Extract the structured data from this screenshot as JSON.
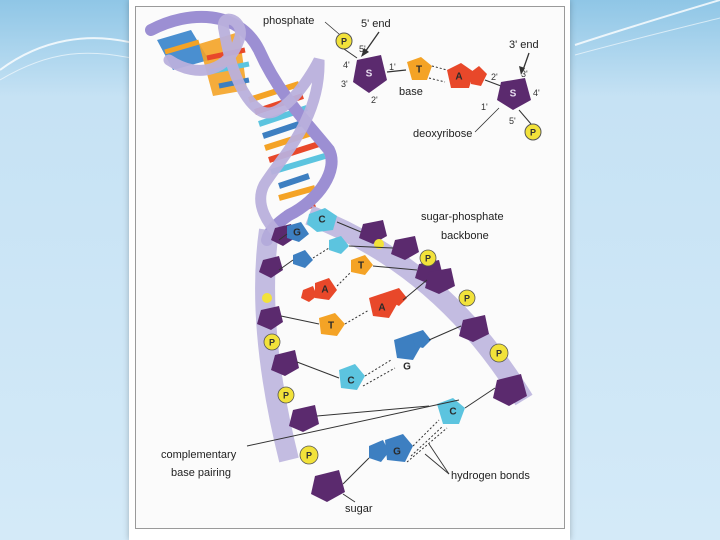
{
  "labels": {
    "phosphate": "phosphate",
    "five_end": "5' end",
    "three_end": "3' end",
    "base": "base",
    "deoxyribose": "deoxyribose",
    "backbone_line1": "sugar-phosphate",
    "backbone_line2": "backbone",
    "complementary_line1": "complementary",
    "complementary_line2": "base pairing",
    "hydrogen_bonds": "hydrogen bonds",
    "sugar": "sugar"
  },
  "carbon_numbers": {
    "five_prime": "5'",
    "four_prime": "4'",
    "three_prime": "3'",
    "two_prime": "2'",
    "one_prime": "1'"
  },
  "letters": {
    "phosphate": "P",
    "sugar": "S",
    "adenine": "A",
    "thymine": "T",
    "guanine": "G",
    "cytosine": "C"
  },
  "colors": {
    "sugar": "#5b2a6e",
    "backbone_ribbon": "#b9b0dc",
    "phosphate": "#f2e23a",
    "adenine": "#e8482a",
    "thymine": "#f4a326",
    "guanine": "#3d7fc1",
    "cytosine": "#5cc4df"
  }
}
